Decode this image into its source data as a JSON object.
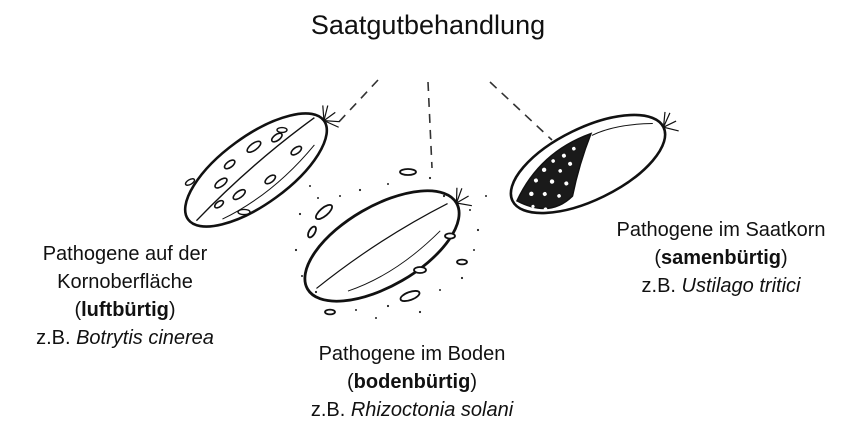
{
  "title": "Saatgutbehandlung",
  "groups": {
    "surface": {
      "line1": "Pathogene auf der",
      "line2": "Kornoberfläche",
      "type": "luftbürtig",
      "example_prefix": "z.B. ",
      "example": "Botrytis cinerea"
    },
    "soil": {
      "line1": "Pathogene im Boden",
      "type": "bodenbürtig",
      "example_prefix": "z.B. ",
      "example": "Rhizoctonia solani"
    },
    "seed": {
      "line1": "Pathogene im Saatkorn",
      "type": "samenbürtig",
      "example_prefix": "z.B. ",
      "example": "Ustilago tritici"
    }
  }
}
